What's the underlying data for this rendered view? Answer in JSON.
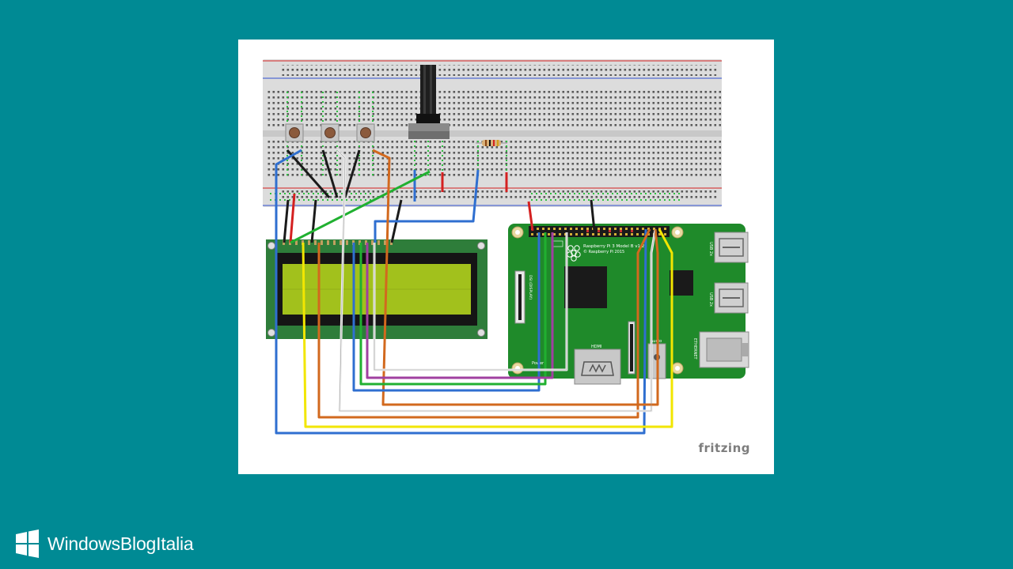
{
  "brand": {
    "name": "WindowsBlogItalia"
  },
  "diagram": {
    "watermark": "fritzing",
    "pi": {
      "model_line1": "Raspberry Pi 3 Model B v1.2",
      "model_line2": "© Raspberry Pi 2015",
      "usb1": "USB 2x",
      "usb2": "USB 2x",
      "ethernet": "ETHERNET",
      "hdmi": "HDMI",
      "power": "Power",
      "audio": "Audio",
      "display": "DSI (DISPLAY)"
    },
    "wire_colors": {
      "blue": "#2f6fd0",
      "red": "#d42020",
      "black": "#1a1a1a",
      "green": "#20b030",
      "white": "#f0f0f0",
      "orange": "#d2691e",
      "yellow": "#f2e600",
      "purple": "#a040a0"
    }
  }
}
